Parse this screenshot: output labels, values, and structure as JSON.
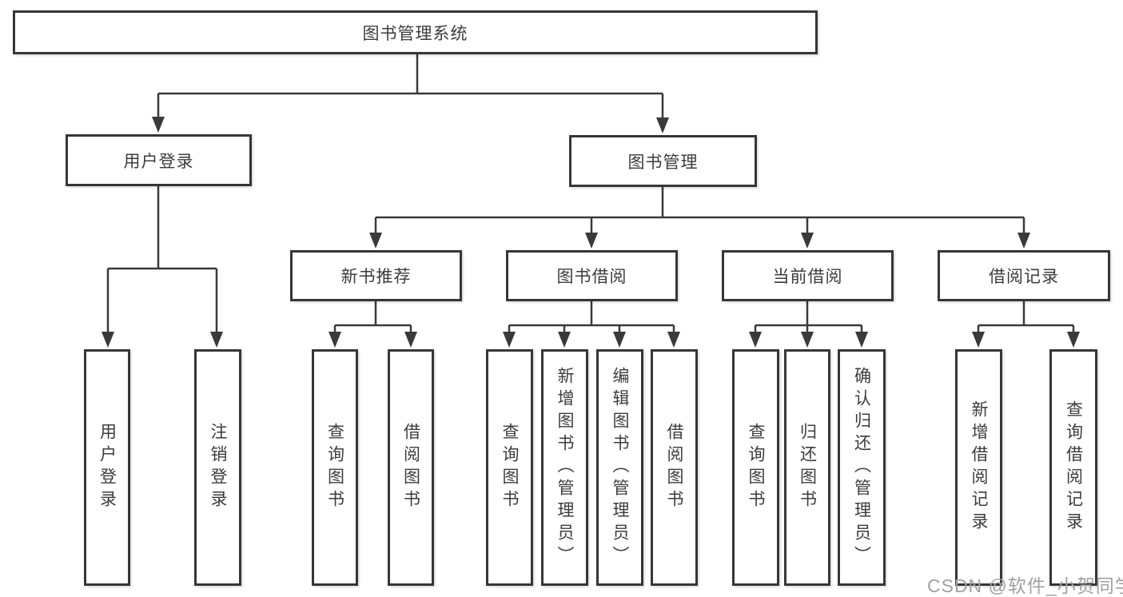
{
  "diagram": {
    "title_node": {
      "label": "图书管理系统"
    },
    "level2": [
      {
        "id": "user-login",
        "label": "用户登录",
        "parent": "图书管理系统"
      },
      {
        "id": "book-management",
        "label": "图书管理",
        "parent": "图书管理系统"
      }
    ],
    "level3": [
      {
        "id": "new-book-recommend",
        "label": "新书推荐",
        "parent": "图书管理"
      },
      {
        "id": "book-borrowing",
        "label": "图书借阅",
        "parent": "图书管理"
      },
      {
        "id": "current-borrowing",
        "label": "当前借阅",
        "parent": "图书管理"
      },
      {
        "id": "borrowing-records",
        "label": "借阅记录",
        "parent": "图书管理"
      }
    ],
    "leaves": [
      {
        "label": "用户登录",
        "parent": "用户登录"
      },
      {
        "label": "注销登录",
        "parent": "用户登录"
      },
      {
        "label": "查询图书",
        "parent": "新书推荐"
      },
      {
        "label": "借阅图书",
        "parent": "新书推荐"
      },
      {
        "label": "查询图书",
        "parent": "图书借阅"
      },
      {
        "label": "新增图书（管理员）",
        "parent": "图书借阅"
      },
      {
        "label": "编辑图书（管理员）",
        "parent": "图书借阅"
      },
      {
        "label": "借阅图书",
        "parent": "图书借阅"
      },
      {
        "label": "查询图书",
        "parent": "当前借阅"
      },
      {
        "label": "归还图书",
        "parent": "当前借阅"
      },
      {
        "label": "确认归还（管理员）",
        "parent": "当前借阅"
      },
      {
        "label": "新增借阅记录",
        "parent": "借阅记录"
      },
      {
        "label": "查询借阅记录",
        "parent": "借阅记录"
      }
    ]
  },
  "watermark": {
    "text": "CSDN @软件_小贺同学"
  },
  "colors": {
    "line": "#3a3a3a",
    "border": "#363636",
    "text": "#3c3c3c",
    "watermark": "#a49f9e",
    "background": "#ffffff"
  }
}
